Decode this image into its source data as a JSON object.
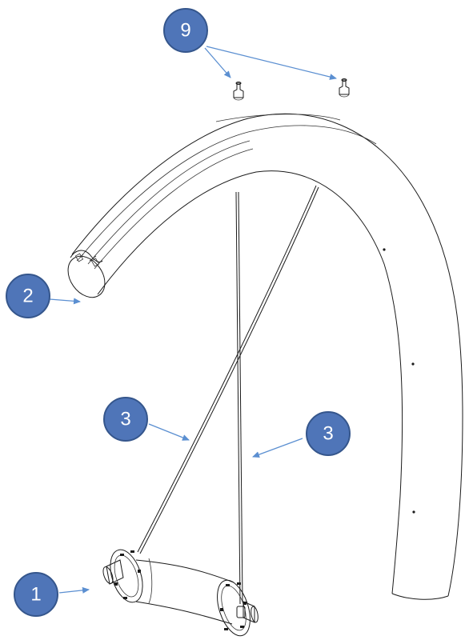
{
  "colors": {
    "callout_fill": "#4f75b8",
    "callout_stroke": "#35568c",
    "arrow": "#5b8fd1",
    "line": "#1b1b1b"
  },
  "callouts": [
    {
      "label": "9",
      "part": "screws"
    },
    {
      "label": "2",
      "part": "rim"
    },
    {
      "label": "3",
      "part": "spoke-left"
    },
    {
      "label": "3",
      "part": "spoke-right"
    },
    {
      "label": "1",
      "part": "hub"
    }
  ]
}
